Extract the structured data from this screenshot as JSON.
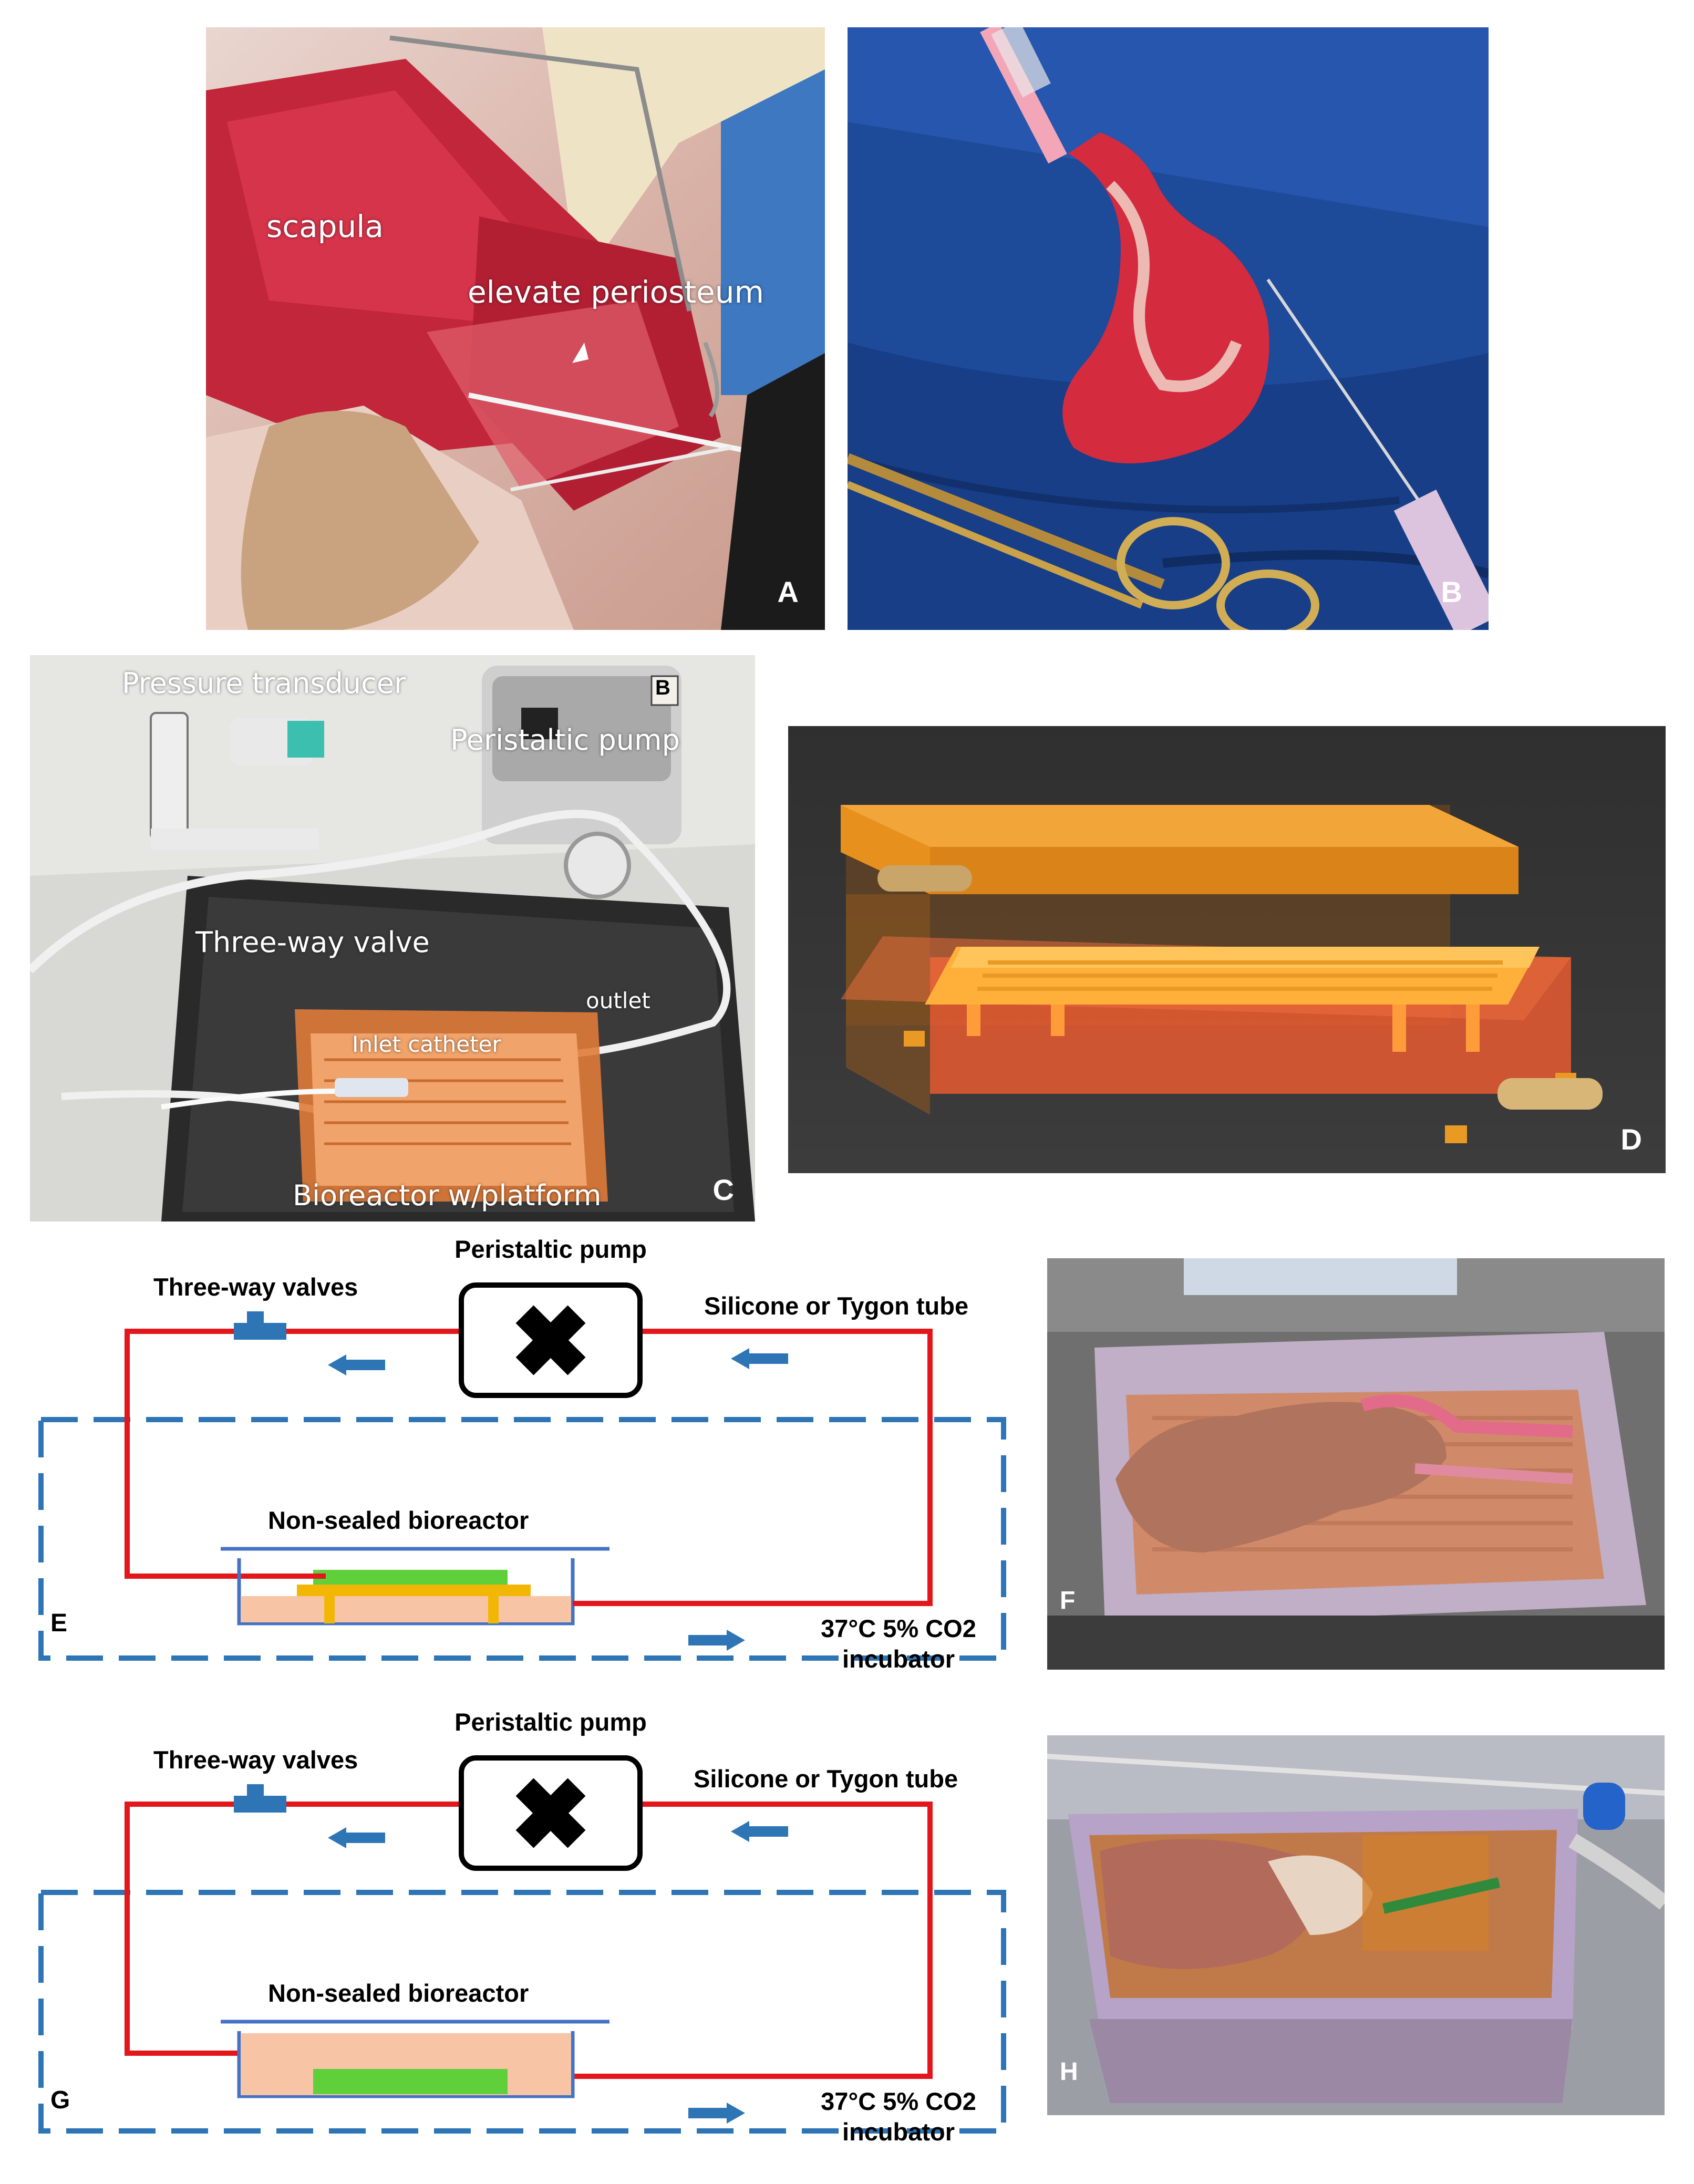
{
  "panels": {
    "A": {
      "label": "A",
      "annotations": {
        "scapula": "scapula",
        "periosteum": "elevate periosteum"
      }
    },
    "B": {
      "label": "B"
    },
    "C": {
      "label": "C",
      "annotations": {
        "pressure": "Pressure transducer",
        "pump": "Peristaltic pump",
        "valve": "Three-way valve",
        "outlet": "outlet",
        "inlet": "Inlet catheter",
        "bioreactor": "Bioreactor w/platform",
        "pump_tag": "B"
      }
    },
    "D": {
      "label": "D"
    },
    "E": {
      "label": "E",
      "labels": {
        "pump": "Peristaltic pump",
        "valves": "Three-way valves",
        "tube": "Silicone or Tygon tube",
        "bioreactor": "Non-sealed bioreactor",
        "incubator_line1": "37°C 5% CO2",
        "incubator_line2": "incubator"
      }
    },
    "F": {
      "label": "F"
    },
    "G": {
      "label": "G",
      "labels": {
        "pump": "Peristaltic pump",
        "valves": "Three-way valves",
        "tube": "Silicone or Tygon tube",
        "bioreactor": "Non-sealed bioreactor",
        "incubator_line1": "37°C 5% CO2",
        "incubator_line2": "incubator"
      }
    },
    "H": {
      "label": "H"
    }
  },
  "colors": {
    "circuit_tube": "#e3161b",
    "incubator_dash": "#2e75b6",
    "arrow": "#2e75b6",
    "tissue": "#5fcf3a",
    "platform": "#f2b705",
    "medium": "#f7c4a5",
    "bioreactor_frame": "#4472c4",
    "pump_symbol": "#000000"
  }
}
